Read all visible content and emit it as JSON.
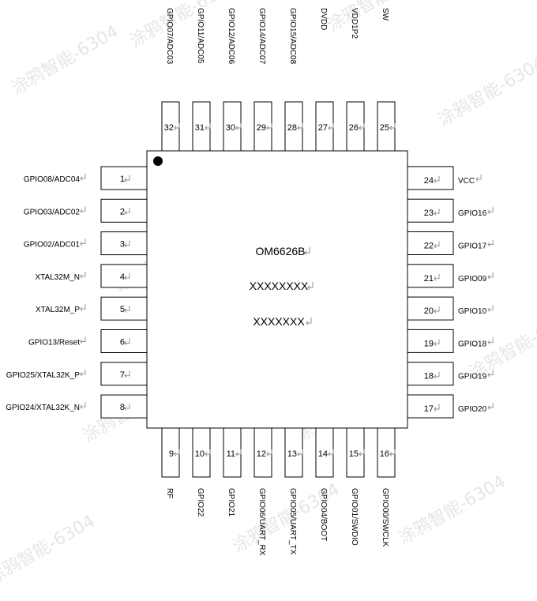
{
  "chip": {
    "name": "OM6626B",
    "line2": "XXXXXXXX",
    "line3": "XXXXXXX"
  },
  "watermark": "涂鸦智能-6304",
  "pins": {
    "left": [
      {
        "num": "1",
        "label": "GPIO08/ADC04"
      },
      {
        "num": "2",
        "label": "GPIO03/ADC02"
      },
      {
        "num": "3",
        "label": "GPIO02/ADC01"
      },
      {
        "num": "4",
        "label": "XTAL32M_N"
      },
      {
        "num": "5",
        "label": "XTAL32M_P"
      },
      {
        "num": "6",
        "label": "GPIO13/Reset"
      },
      {
        "num": "7",
        "label": "GPIO25/XTAL32K_P"
      },
      {
        "num": "8",
        "label": "GPIO24/XTAL32K_N"
      }
    ],
    "bottom": [
      {
        "num": "9",
        "label": "RF"
      },
      {
        "num": "10",
        "label": "GPIO22"
      },
      {
        "num": "11",
        "label": "GPIO21"
      },
      {
        "num": "12",
        "label": "GPIO06/UART_RX"
      },
      {
        "num": "13",
        "label": "GPIO05/UART_TX"
      },
      {
        "num": "14",
        "label": "GPIO04/BOOT"
      },
      {
        "num": "15",
        "label": "GPIO01/SWDIO"
      },
      {
        "num": "16",
        "label": "GPIO00/SWCLK"
      }
    ],
    "right": [
      {
        "num": "17",
        "label": "GPIO20"
      },
      {
        "num": "18",
        "label": "GPIO19"
      },
      {
        "num": "19",
        "label": "GPIO18"
      },
      {
        "num": "20",
        "label": "GPIO10"
      },
      {
        "num": "21",
        "label": "GPIO09"
      },
      {
        "num": "22",
        "label": "GPIO17"
      },
      {
        "num": "23",
        "label": "GPIO16"
      },
      {
        "num": "24",
        "label": "VCC"
      }
    ],
    "top": [
      {
        "num": "25",
        "label": "SW"
      },
      {
        "num": "26",
        "label": "VDD1P2"
      },
      {
        "num": "27",
        "label": "DVDD"
      },
      {
        "num": "28",
        "label": "GPIO15/ADC08"
      },
      {
        "num": "29",
        "label": "GPIO14/ADC07"
      },
      {
        "num": "30",
        "label": "GPIO12/ADC06"
      },
      {
        "num": "31",
        "label": "GPIO11/ADC05"
      },
      {
        "num": "32",
        "label": "GPIO07/ADC03"
      }
    ]
  }
}
